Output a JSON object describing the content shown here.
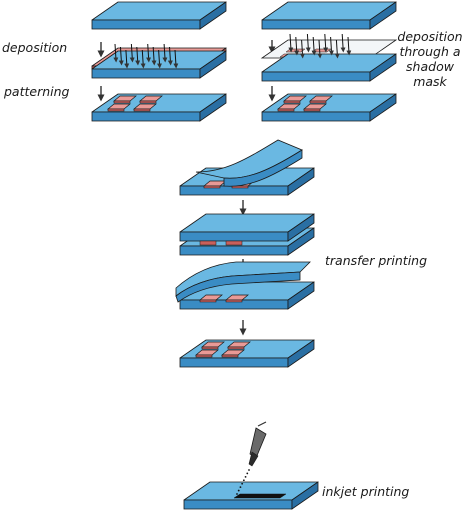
{
  "labels": {
    "deposition": "deposition",
    "patterning": "patterning",
    "shadow_mask_line1": "deposition",
    "shadow_mask_line2": "through a",
    "shadow_mask_line3": "shadow",
    "shadow_mask_line4": "mask",
    "transfer_printing": "transfer printing",
    "inkjet_printing": "inkjet printing"
  },
  "colors": {
    "substrate_top": "#6ab8e2",
    "substrate_front": "#3a8cc4",
    "substrate_side": "#2a6fa3",
    "film_top": "#e99a96",
    "film_front": "#c9605c",
    "mask_top": "#f3f6f8",
    "arrow": "#333333",
    "outline": "#1a1a1a"
  }
}
